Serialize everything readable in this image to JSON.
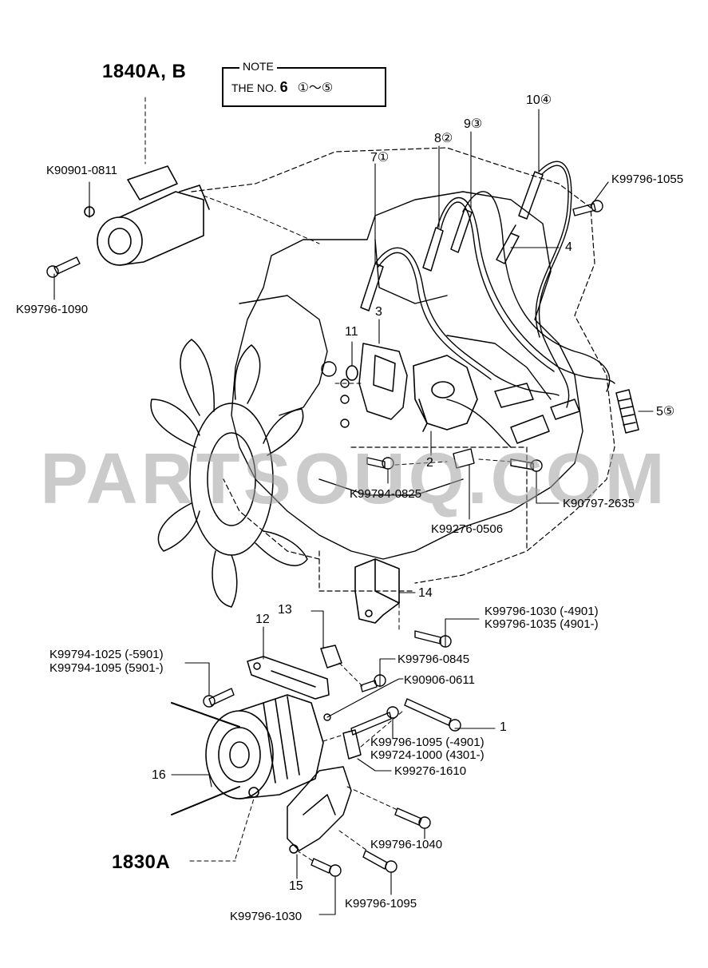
{
  "header": {
    "group_ref_top": "1840A, B",
    "note_title": "NOTE",
    "note_prefix": "THE NO.",
    "note_number": "6",
    "note_range": "①～⑤"
  },
  "watermark": "PARTSOUQ.COM",
  "callouts": {
    "c1": "1",
    "c2": "2",
    "c3": "3",
    "c4": "4",
    "c5": "5⑤",
    "c7": "7①",
    "c8": "8②",
    "c9": "9③",
    "c10": "10④",
    "c11": "11",
    "c12": "12",
    "c13": "13",
    "c14": "14",
    "c15": "15",
    "c16": "16"
  },
  "part_numbers": {
    "k90901_0811": "K90901-0811",
    "k99796_1090": "K99796-1090",
    "k99796_1055": "K99796-1055",
    "k99794_0825": "K99794-0825",
    "k90797_2635": "K90797-2635",
    "k99276_0506": "K99276-0506",
    "k99796_1030_a": "K99796-1030 (-4901)",
    "k99796_1035": "K99796-1035 (4901-)",
    "k99796_0845": "K99796-0845",
    "k99794_1025": "K99794-1025 (-5901)",
    "k99794_1095": "K99794-1095 (5901-)",
    "k90906_0611": "K90906-0611",
    "k99796_1095_a": "K99796-1095 (-4901)",
    "k99724_1000": "K99724-1000 (4301-)",
    "k99276_1610": "K99276-1610",
    "k99796_1040": "K99796-1040",
    "k99796_1095_b": "K99796-1095",
    "k99796_1030_b": "K99796-1030"
  },
  "group_ref_bottom": "1830A"
}
